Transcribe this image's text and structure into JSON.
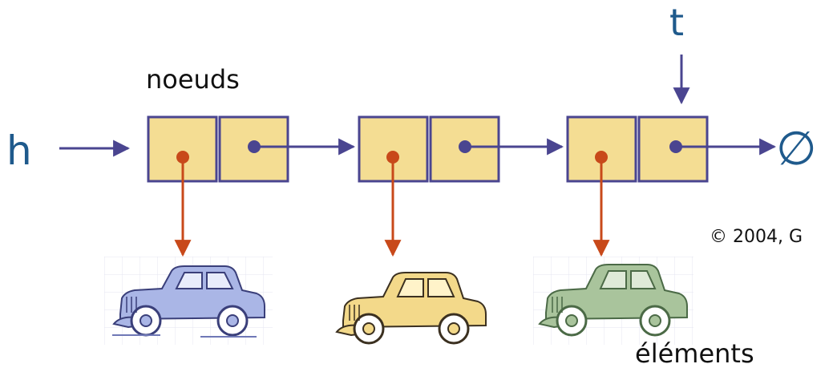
{
  "labels": {
    "head": "h",
    "tail": "t",
    "nodes": "noeuds",
    "elements": "éléments",
    "null_symbol": "∅",
    "copyright": "© 2004, G"
  },
  "colors": {
    "node_fill": "#f4dd93",
    "node_stroke": "#4a4590",
    "link_arrow": "#4a4590",
    "element_arrow": "#c8491a",
    "label_blue": "#1f5a8c",
    "text": "#111111",
    "car_blue": "#aab6e6",
    "car_yellow": "#f3d98a",
    "car_green": "#a9c49c"
  },
  "icons": [
    "car-icon-blue",
    "car-icon-yellow",
    "car-icon-green"
  ]
}
